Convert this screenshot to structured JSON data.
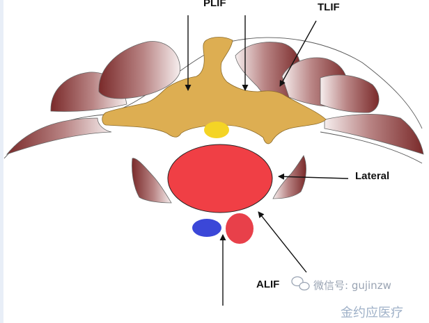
{
  "labels": {
    "plif": "PLIF",
    "tlif": "TLIF",
    "lateral": "Lateral",
    "alif": "ALIF"
  },
  "watermark": {
    "account": "微信号: gujinzw",
    "brand": "金约应医疗",
    "icon": "wechat-logo-icon"
  },
  "colors": {
    "bone": "#DDAE52",
    "muscle": "#8E3B3B",
    "disc": "#F03F45",
    "spinal_cord": "#F4D425",
    "aorta": "#E8404A",
    "vena_cava": "#3B47D8",
    "edge_left": "#E8EEF7"
  }
}
